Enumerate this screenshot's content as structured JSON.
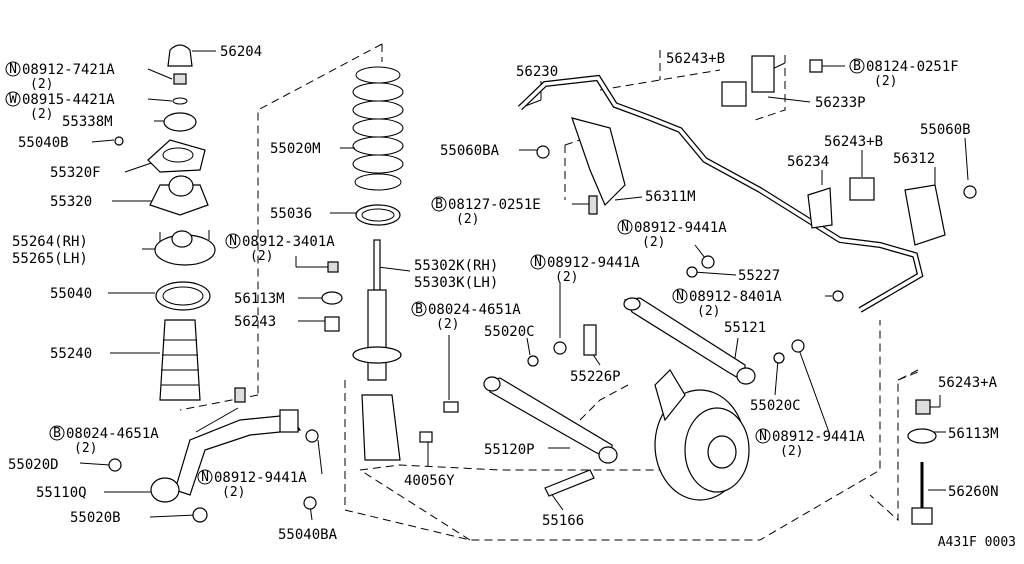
{
  "diagram_id": "A431F 0003",
  "callouts": [
    {
      "key": "c56204",
      "text": "56204"
    },
    {
      "key": "c08912_7421",
      "prefix": "N",
      "text": "08912-7421A",
      "qty": "(2)"
    },
    {
      "key": "c08915_4421",
      "prefix": "W",
      "text": "08915-4421A",
      "qty": "(2)"
    },
    {
      "key": "c55338",
      "text": "55338M"
    },
    {
      "key": "c55040B",
      "text": "55040B"
    },
    {
      "key": "c55320F",
      "text": "55320F"
    },
    {
      "key": "c55320",
      "text": "55320"
    },
    {
      "key": "c55264",
      "text": "55264(RH)"
    },
    {
      "key": "c55265",
      "text": "55265(LH)"
    },
    {
      "key": "c55040",
      "text": "55040"
    },
    {
      "key": "c55240",
      "text": "55240"
    },
    {
      "key": "c08024_a",
      "prefix": "B",
      "text": "08024-4651A",
      "qty": "(2)"
    },
    {
      "key": "c55020D",
      "text": "55020D"
    },
    {
      "key": "c55110Q",
      "text": "55110Q"
    },
    {
      "key": "c55020B",
      "text": "55020B"
    },
    {
      "key": "c55020M",
      "text": "55020M"
    },
    {
      "key": "c55036",
      "text": "55036"
    },
    {
      "key": "c08912_3401",
      "prefix": "N",
      "text": "08912-3401A",
      "qty": "(2)"
    },
    {
      "key": "c55302K",
      "text": "55302K(RH)"
    },
    {
      "key": "c55303K",
      "text": "55303K(LH)"
    },
    {
      "key": "c56113M_a",
      "text": "56113M"
    },
    {
      "key": "c56243_a",
      "text": "56243"
    },
    {
      "key": "c08024_b",
      "prefix": "B",
      "text": "08024-4651A",
      "qty": "(2)"
    },
    {
      "key": "c08912_9441_a",
      "prefix": "N",
      "text": "08912-9441A",
      "qty": "(2)"
    },
    {
      "key": "c40056Y",
      "text": "40056Y"
    },
    {
      "key": "c55040BA",
      "text": "55040BA"
    },
    {
      "key": "c56230",
      "text": "56230"
    },
    {
      "key": "c56243B_a",
      "text": "56243+B"
    },
    {
      "key": "c08124_0251",
      "prefix": "B",
      "text": "08124-0251F",
      "qty": "(2)"
    },
    {
      "key": "c56233P",
      "text": "56233P"
    },
    {
      "key": "c55060BA",
      "text": "55060BA"
    },
    {
      "key": "c56311M",
      "text": "56311M"
    },
    {
      "key": "c08127_0251",
      "prefix": "B",
      "text": "08127-0251E",
      "qty": "(2)"
    },
    {
      "key": "c56243B_b",
      "text": "56243+B"
    },
    {
      "key": "c55060B",
      "text": "55060B"
    },
    {
      "key": "c56234",
      "text": "56234"
    },
    {
      "key": "c56312",
      "text": "56312"
    },
    {
      "key": "c08912_9441_b",
      "prefix": "N",
      "text": "08912-9441A",
      "qty": "(2)"
    },
    {
      "key": "c08912_9441_c",
      "prefix": "N",
      "text": "08912-9441A",
      "qty": "(2)"
    },
    {
      "key": "c55227",
      "text": "55227"
    },
    {
      "key": "c08912_8401",
      "prefix": "N",
      "text": "08912-8401A",
      "qty": "(2)"
    },
    {
      "key": "c55020C_a",
      "text": "55020C"
    },
    {
      "key": "c55121",
      "text": "55121"
    },
    {
      "key": "c55226P",
      "text": "55226P"
    },
    {
      "key": "c55020C_b",
      "text": "55020C"
    },
    {
      "key": "c55120P",
      "text": "55120P"
    },
    {
      "key": "c08912_9441_d",
      "prefix": "N",
      "text": "08912-9441A",
      "qty": "(2)"
    },
    {
      "key": "c55166",
      "text": "55166"
    },
    {
      "key": "c56243A",
      "text": "56243+A"
    },
    {
      "key": "c56113M_b",
      "text": "56113M"
    },
    {
      "key": "c56260N",
      "text": "56260N"
    }
  ]
}
